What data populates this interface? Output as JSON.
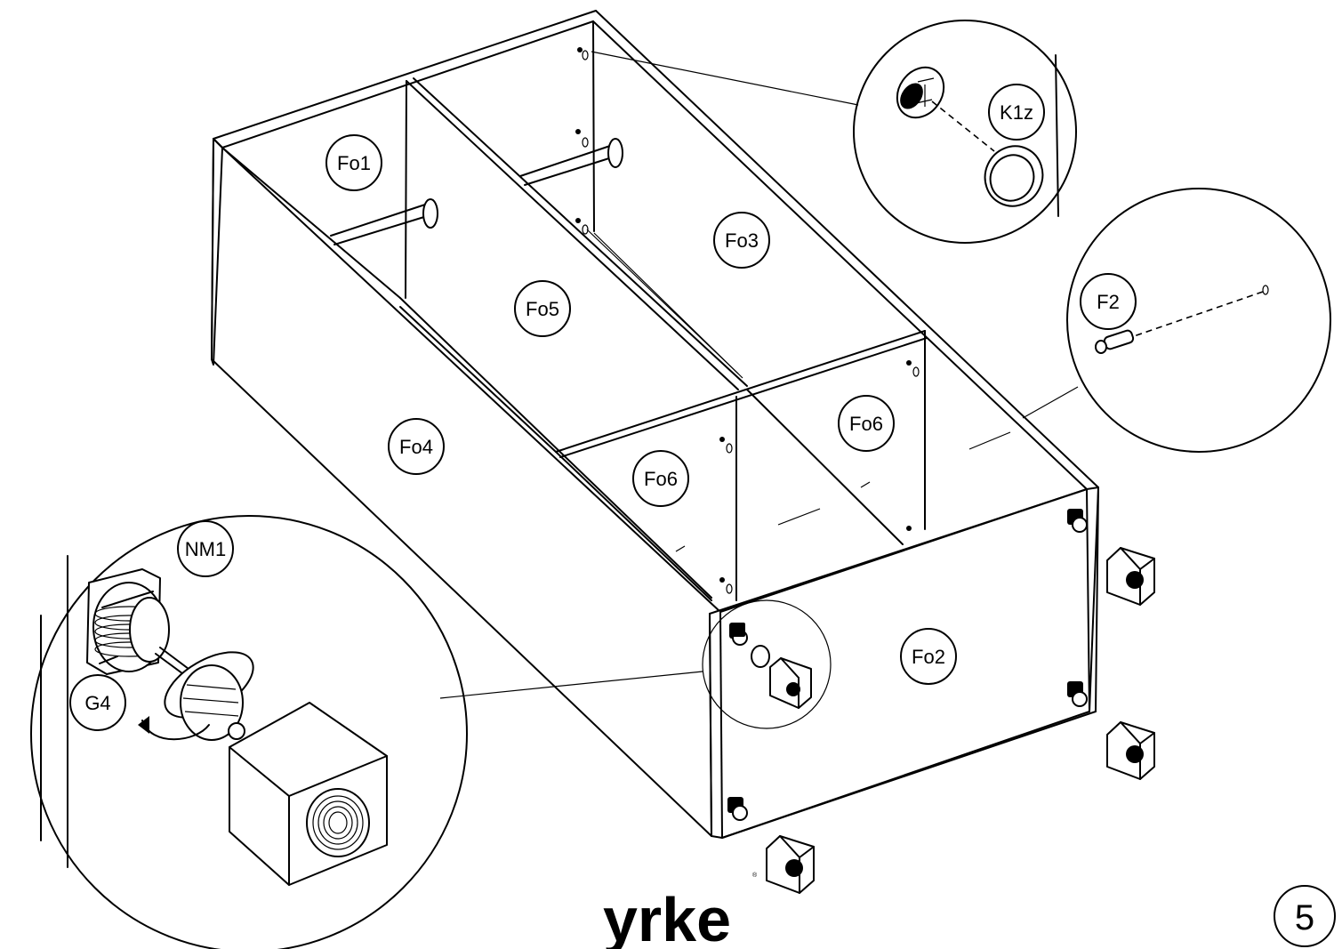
{
  "labels": {
    "fo1": "Fo1",
    "fo3": "Fo3",
    "fo5": "Fo5",
    "fo4": "Fo4",
    "fo6_left": "Fo6",
    "fo6_right": "Fo6",
    "fo2": "Fo2",
    "k1z": "K1z",
    "f2": "F2",
    "nm1": "NM1",
    "g4": "G4"
  },
  "brand": {
    "logo": "yrke",
    "registered": "®"
  },
  "step_number": "5"
}
